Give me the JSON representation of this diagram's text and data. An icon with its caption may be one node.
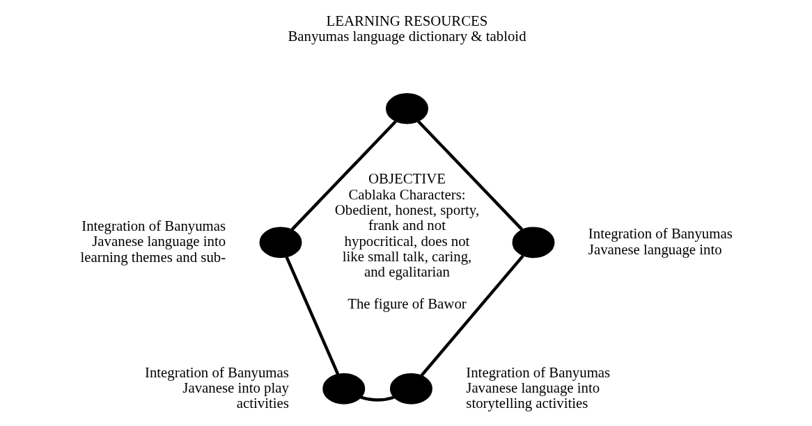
{
  "diagram": {
    "nodes": [
      {
        "text": [],
        "shape": "circle",
        "beside": [
          "LEARNING RESOURCES",
          "Banyumas language dictionary & tabloid"
        ]
      },
      {
        "text": [],
        "shape": "circle",
        "beside": [
          "Integration of Banyumas Javanese language into learning themes and sub-"
        ]
      },
      {
        "text": [],
        "shape": "circle",
        "beside": [
          "Integration of Banyumas Javanese language into"
        ]
      },
      {
        "text": [],
        "shape": "circle",
        "beside": [
          "Integration of Banyumas Javanese into play activities"
        ]
      },
      {
        "text": [],
        "shape": "circle",
        "beside": [
          "Integration of Banyumas Javanese language into storytelling activities"
        ]
      }
    ],
    "edges": [
      {
        "from": 0,
        "to": 1,
        "arrow": "none"
      },
      {
        "from": 0,
        "to": 2,
        "arrow": "none"
      },
      {
        "from": 1,
        "to": 3,
        "arrow": "none"
      },
      {
        "from": 2,
        "to": 4,
        "arrow": "none"
      },
      {
        "from": 3,
        "to": 4,
        "arrow": "none"
      }
    ],
    "labels": [
      "OBJECTIVE",
      "Cablaka Characters: Obedient, honest, sporty, frank and not hypocritical, does not like small talk, caring, and egalitarian",
      "The figure of Bawor"
    ]
  }
}
